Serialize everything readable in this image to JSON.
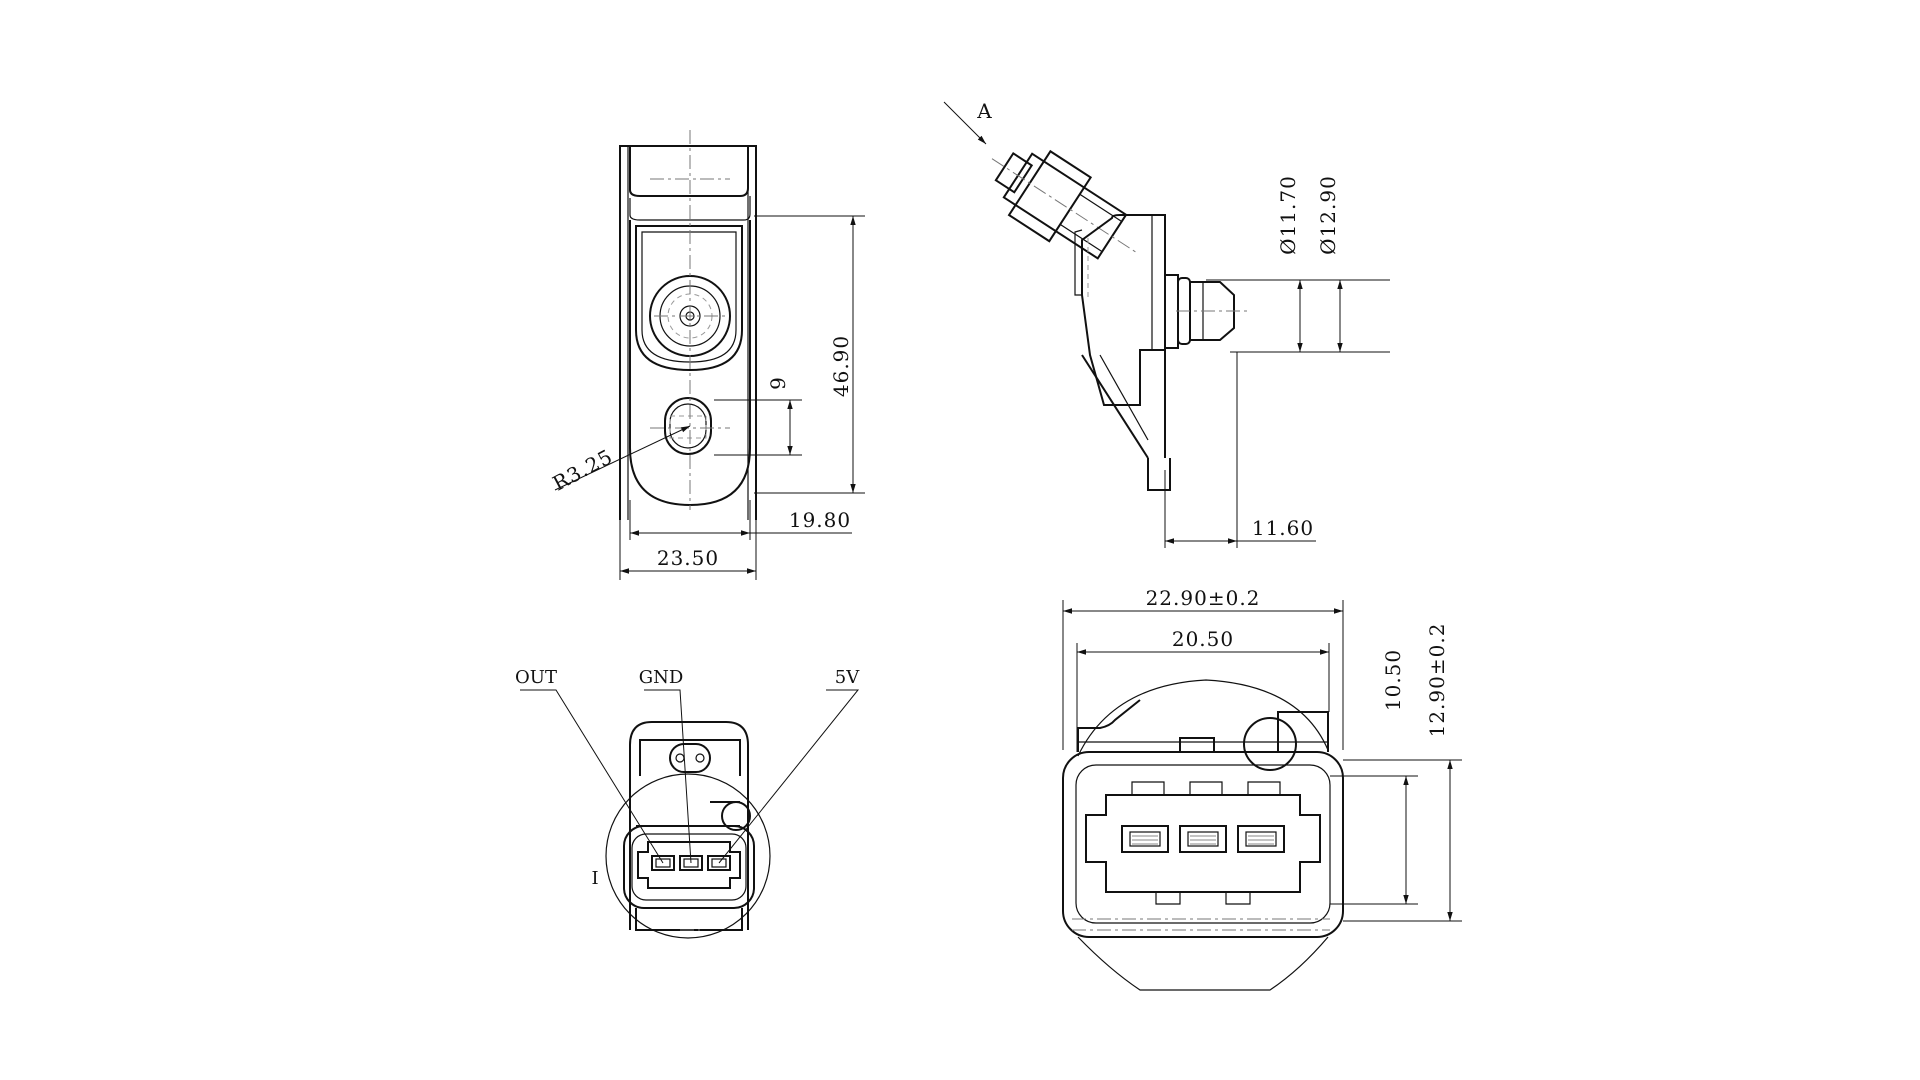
{
  "drawing": {
    "view_arrow_label": "A",
    "detail_label": "I",
    "pin_labels": {
      "out": "OUT",
      "gnd": "GND",
      "v5": "5V"
    },
    "dimensions": {
      "overall_width": "23.50",
      "inner_width": "19.80",
      "overall_height": "46.90",
      "slot_length": "9",
      "radius": "R3.25",
      "port_inner_diameter": "Ø11.70",
      "port_outer_diameter": "Ø12.90",
      "port_length": "11.60",
      "connector_outer_width": "22.90±0.2",
      "connector_inner_width": "20.50",
      "connector_inner_height": "10.50",
      "connector_outer_height": "12.90±0.2"
    },
    "colors": {
      "line": "#111111",
      "centerline": "#777777"
    }
  }
}
